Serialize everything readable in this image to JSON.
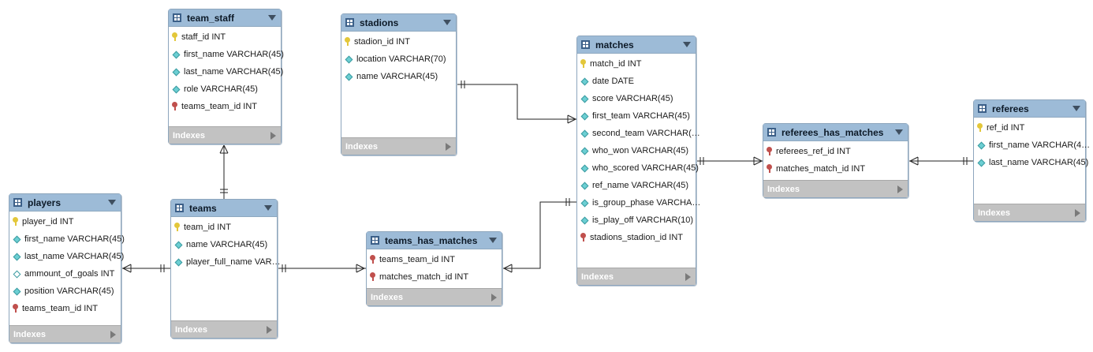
{
  "tables": {
    "team_staff": {
      "title": "team_staff",
      "columns": [
        {
          "text": "staff_id INT",
          "icon": "primary-key-icon"
        },
        {
          "text": "first_name VARCHAR(45)",
          "icon": "column-diamond-icon"
        },
        {
          "text": "last_name VARCHAR(45)",
          "icon": "column-diamond-icon"
        },
        {
          "text": "role VARCHAR(45)",
          "icon": "column-diamond-icon"
        },
        {
          "text": "teams_team_id INT",
          "icon": "foreign-key-icon"
        }
      ],
      "indexes_label": "Indexes"
    },
    "stadions": {
      "title": "stadions",
      "columns": [
        {
          "text": "stadion_id INT",
          "icon": "primary-key-icon"
        },
        {
          "text": "location VARCHAR(70)",
          "icon": "column-diamond-icon"
        },
        {
          "text": "name VARCHAR(45)",
          "icon": "column-diamond-icon"
        }
      ],
      "indexes_label": "Indexes"
    },
    "matches": {
      "title": "matches",
      "columns": [
        {
          "text": "match_id INT",
          "icon": "primary-key-icon"
        },
        {
          "text": "date DATE",
          "icon": "column-diamond-icon"
        },
        {
          "text": "score VARCHAR(45)",
          "icon": "column-diamond-icon"
        },
        {
          "text": "first_team VARCHAR(45)",
          "icon": "column-diamond-icon"
        },
        {
          "text": "second_team VARCHAR(…",
          "icon": "column-diamond-icon"
        },
        {
          "text": "who_won VARCHAR(45)",
          "icon": "column-diamond-icon"
        },
        {
          "text": "who_scored VARCHAR(45)",
          "icon": "column-diamond-icon"
        },
        {
          "text": "ref_name VARCHAR(45)",
          "icon": "column-diamond-icon"
        },
        {
          "text": "is_group_phase VARCHA…",
          "icon": "column-diamond-icon"
        },
        {
          "text": "is_play_off VARCHAR(10)",
          "icon": "column-diamond-icon"
        },
        {
          "text": "stadions_stadion_id INT",
          "icon": "foreign-key-icon"
        }
      ],
      "indexes_label": "Indexes"
    },
    "referees_has_matches": {
      "title": "referees_has_matches",
      "columns": [
        {
          "text": "referees_ref_id INT",
          "icon": "foreign-key-icon"
        },
        {
          "text": "matches_match_id INT",
          "icon": "foreign-key-icon"
        }
      ],
      "indexes_label": "Indexes"
    },
    "referees": {
      "title": "referees",
      "columns": [
        {
          "text": "ref_id INT",
          "icon": "primary-key-icon"
        },
        {
          "text": "first_name VARCHAR(4…",
          "icon": "column-diamond-icon"
        },
        {
          "text": "last_name VARCHAR(45)",
          "icon": "column-diamond-icon"
        }
      ],
      "indexes_label": "Indexes"
    },
    "players": {
      "title": "players",
      "columns": [
        {
          "text": "player_id INT",
          "icon": "primary-key-icon"
        },
        {
          "text": "first_name VARCHAR(45)",
          "icon": "column-diamond-icon"
        },
        {
          "text": "last_name VARCHAR(45)",
          "icon": "column-diamond-icon"
        },
        {
          "text": "ammount_of_goals INT",
          "icon": "column-diamond-empty-icon"
        },
        {
          "text": "position VARCHAR(45)",
          "icon": "column-diamond-icon"
        },
        {
          "text": "teams_team_id INT",
          "icon": "foreign-key-icon"
        }
      ],
      "indexes_label": "Indexes"
    },
    "teams": {
      "title": "teams",
      "columns": [
        {
          "text": "team_id INT",
          "icon": "primary-key-icon"
        },
        {
          "text": "name VARCHAR(45)",
          "icon": "column-diamond-icon"
        },
        {
          "text": "player_full_name VAR…",
          "icon": "column-diamond-icon"
        }
      ],
      "indexes_label": "Indexes"
    },
    "teams_has_matches": {
      "title": "teams_has_matches",
      "columns": [
        {
          "text": "teams_team_id INT",
          "icon": "foreign-key-icon"
        },
        {
          "text": "matches_match_id INT",
          "icon": "foreign-key-icon"
        }
      ],
      "indexes_label": "Indexes"
    }
  },
  "relationships": [
    {
      "from": "team_staff",
      "to": "teams",
      "cardinality": "many-to-one"
    },
    {
      "from": "players",
      "to": "teams",
      "cardinality": "many-to-one"
    },
    {
      "from": "teams_has_matches",
      "to": "teams",
      "cardinality": "many-to-one"
    },
    {
      "from": "teams_has_matches",
      "to": "matches",
      "cardinality": "many-to-one"
    },
    {
      "from": "matches",
      "to": "stadions",
      "cardinality": "many-to-one"
    },
    {
      "from": "referees_has_matches",
      "to": "matches",
      "cardinality": "many-to-one"
    },
    {
      "from": "referees_has_matches",
      "to": "referees",
      "cardinality": "many-to-one"
    }
  ],
  "colors": {
    "header": "#9dbbd7",
    "footer": "#c2c2c2",
    "line": "#222222",
    "pk": "#e3c73a",
    "fk": "#c0504d",
    "column": "#6ccfd3"
  }
}
